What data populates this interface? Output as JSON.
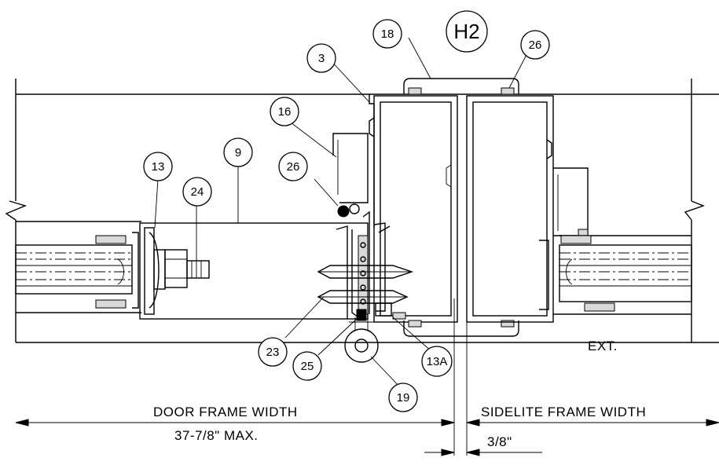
{
  "detail_id": "H2",
  "callouts": [
    "18",
    "26",
    "3",
    "16",
    "13",
    "9",
    "24",
    "26",
    "23",
    "25",
    "13A",
    "19"
  ],
  "labels": {
    "exterior": "EXT.",
    "door_frame_width": "DOOR FRAME WIDTH",
    "door_max": "37-7/8\" MAX.",
    "sidelite_frame_width": "SIDELITE FRAME WIDTH",
    "gap": "3/8\""
  }
}
